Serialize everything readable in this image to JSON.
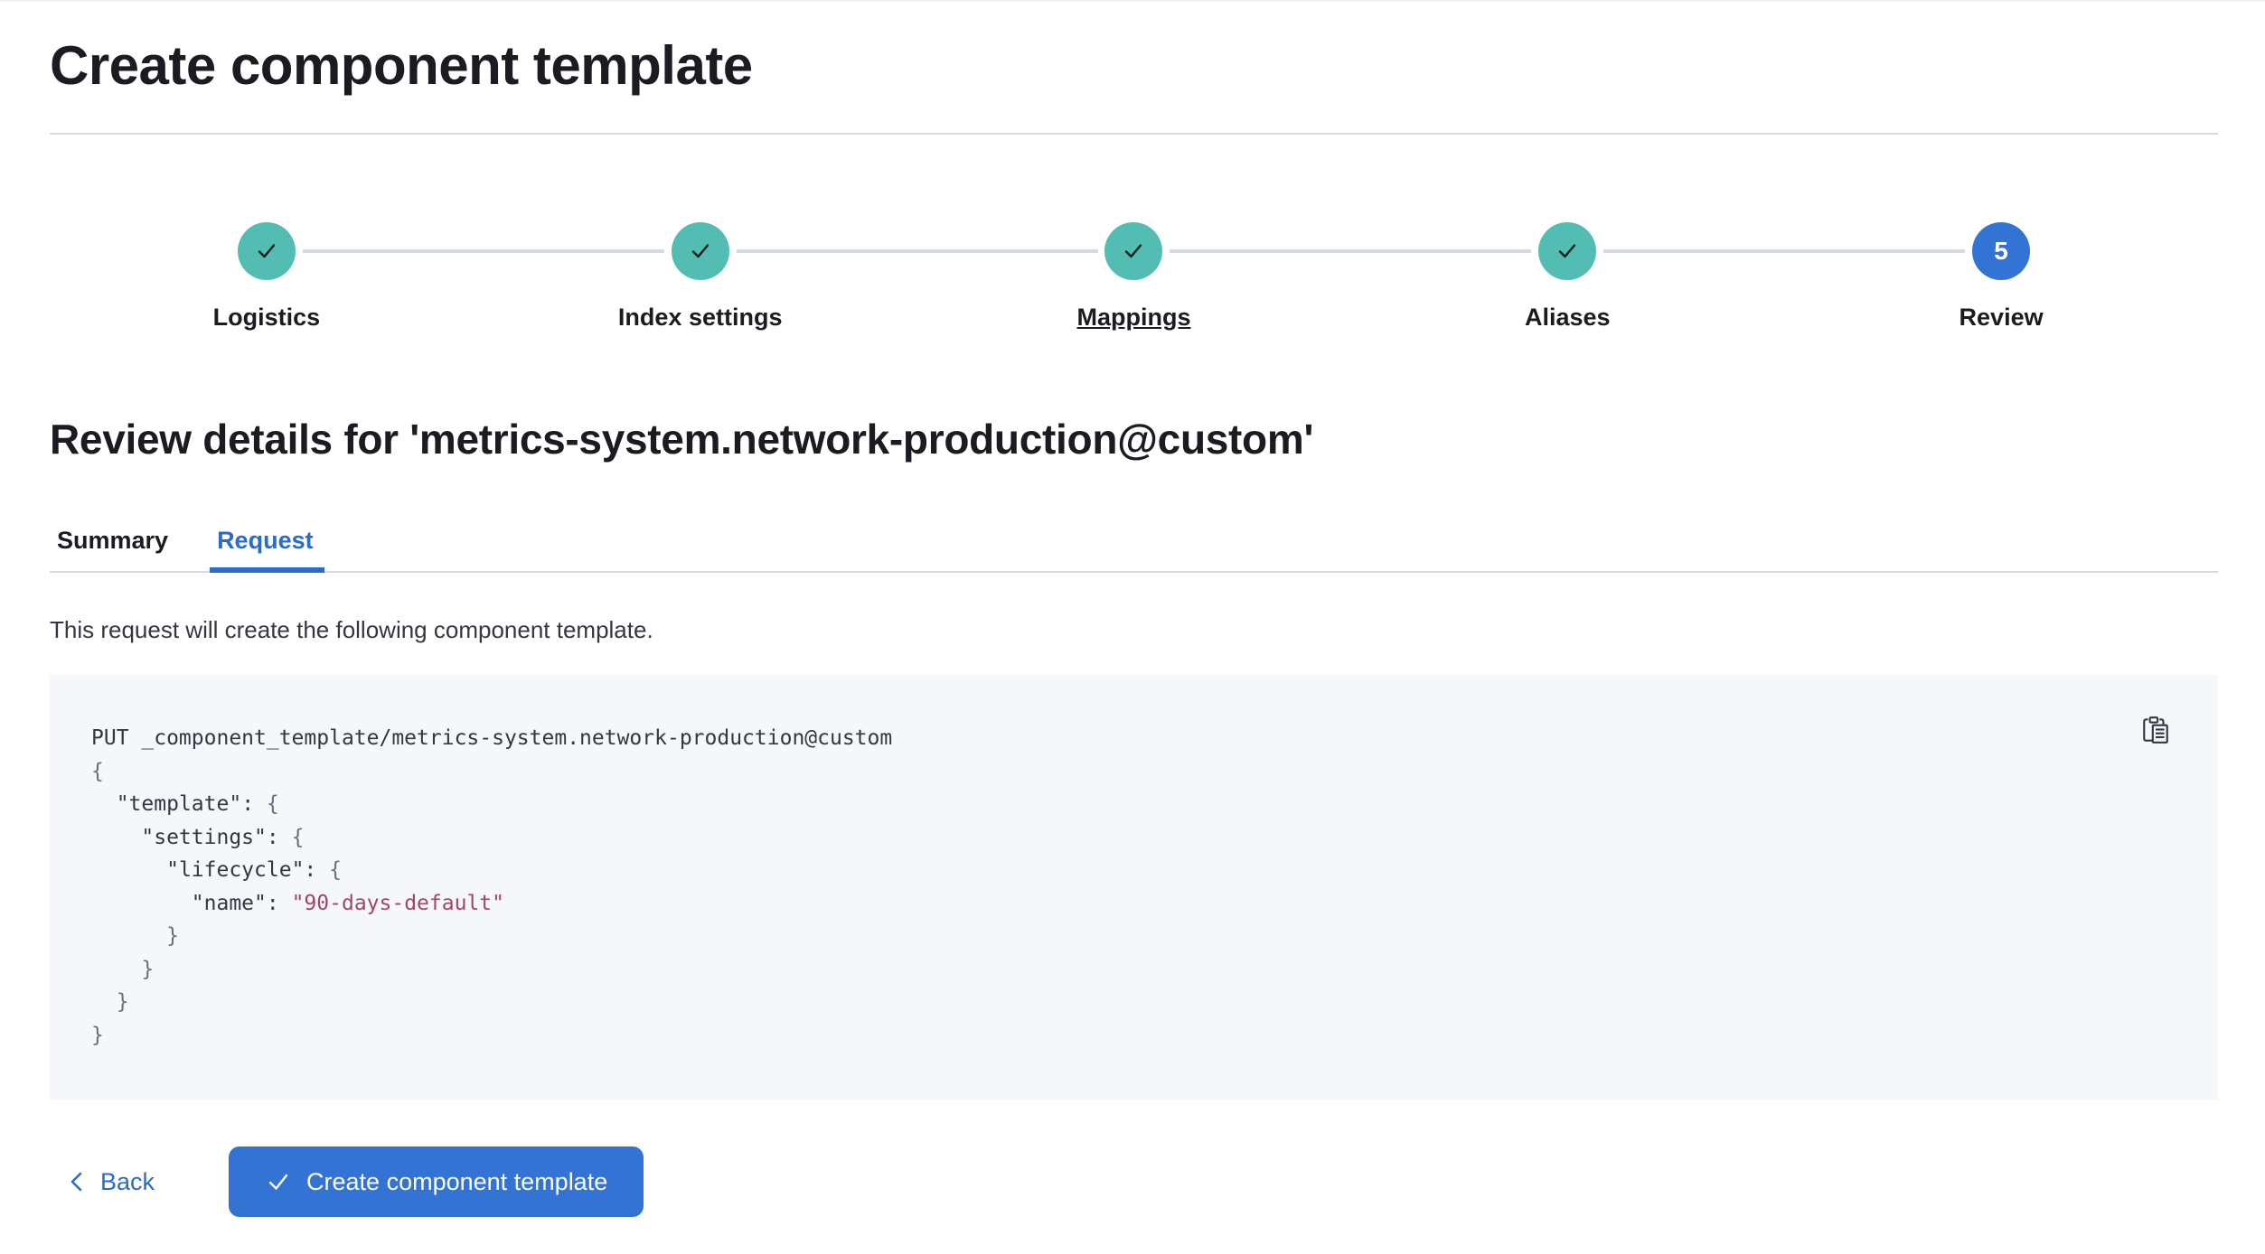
{
  "page": {
    "title": "Create component template"
  },
  "stepper": {
    "steps": [
      {
        "label": "Logistics",
        "state": "complete",
        "hovered": false
      },
      {
        "label": "Index settings",
        "state": "complete",
        "hovered": false
      },
      {
        "label": "Mappings",
        "state": "complete",
        "hovered": true
      },
      {
        "label": "Aliases",
        "state": "complete",
        "hovered": false
      },
      {
        "label": "Review",
        "state": "current",
        "number": "5",
        "hovered": false
      }
    ]
  },
  "review": {
    "heading": "Review details for 'metrics-system.network-production@custom'"
  },
  "tabs": [
    {
      "label": "Summary",
      "selected": false
    },
    {
      "label": "Request",
      "selected": true
    }
  ],
  "request_tab": {
    "description": "This request will create the following component template."
  },
  "code": {
    "copy_icon": "copy-clipboard-icon",
    "lines": [
      [
        [
          "PUT _component_template/metrics-system.network-production@custom",
          "plain"
        ]
      ],
      [
        [
          "{",
          "punct"
        ]
      ],
      [
        [
          "  ",
          "plain"
        ],
        [
          "\"template\"",
          "plain"
        ],
        [
          ": ",
          "plain"
        ],
        [
          "{",
          "punct"
        ]
      ],
      [
        [
          "    ",
          "plain"
        ],
        [
          "\"settings\"",
          "plain"
        ],
        [
          ": ",
          "plain"
        ],
        [
          "{",
          "punct"
        ]
      ],
      [
        [
          "      ",
          "plain"
        ],
        [
          "\"lifecycle\"",
          "plain"
        ],
        [
          ": ",
          "plain"
        ],
        [
          "{",
          "punct"
        ]
      ],
      [
        [
          "        ",
          "plain"
        ],
        [
          "\"name\"",
          "plain"
        ],
        [
          ": ",
          "plain"
        ],
        [
          "\"90-days-default\"",
          "string"
        ]
      ],
      [
        [
          "      }",
          "punct"
        ]
      ],
      [
        [
          "    }",
          "punct"
        ]
      ],
      [
        [
          "  }",
          "punct"
        ]
      ],
      [
        [
          "}",
          "punct"
        ]
      ]
    ]
  },
  "footer": {
    "back_label": "Back",
    "create_label": "Create component template"
  },
  "colors": {
    "primary_fill": "#3273D3",
    "primary_text": "#2A6CC6",
    "success_fill": "#53BDB3",
    "code_string": "#9E4766"
  }
}
